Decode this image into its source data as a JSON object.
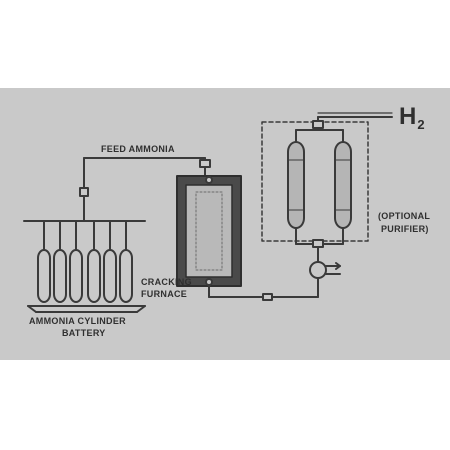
{
  "diagram": {
    "colors": {
      "background": "#ffffff",
      "panel": "#c9c9c9",
      "line": "#3a3a3a",
      "text": "#2f2f2f",
      "furnace_outer": "#4a4a4a",
      "furnace_inner": "#b9b9b9"
    },
    "labels": {
      "feed_ammonia": "FEED AMMONIA",
      "cylinder_battery_line1": "AMMONIA CYLINDER",
      "cylinder_battery_line2": "BATTERY",
      "cracking_line1": "CRACKING",
      "cracking_line2": "FURNACE",
      "purifier_line1": "(OPTIONAL",
      "purifier_line2": "PURIFIER)",
      "product": "H",
      "product_subscript": "2"
    },
    "components": {
      "cylinder_count": 6,
      "purifier_column_count": 2
    }
  }
}
